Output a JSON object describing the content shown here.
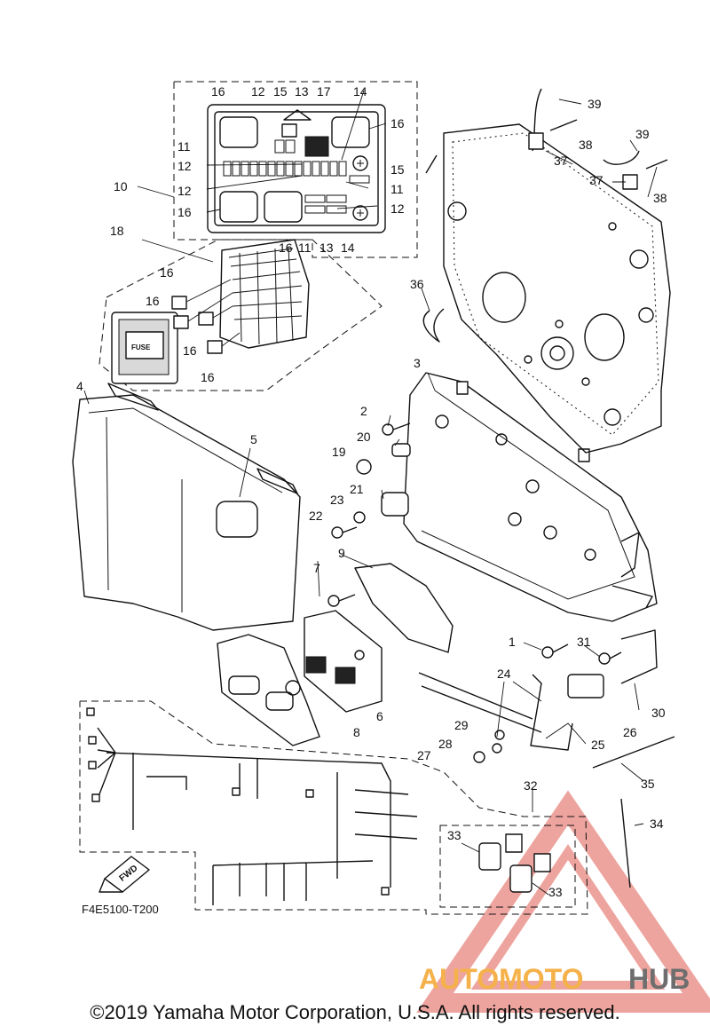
{
  "drawing_code": "F4E5100-T200",
  "copyright": "©2019 Yamaha Motor Corporation, U.S.A. All rights reserved.",
  "watermark": {
    "brand_a": "AUTOMOTO",
    "brand_b": "HUB",
    "color_a": "#f5b14a",
    "color_b": "#6e6e6e",
    "triangle_color": "#e05a4f"
  },
  "fwd_label": "FWD",
  "fuse_label": "FUSE",
  "callouts": {
    "c1": "1",
    "c2": "2",
    "c3": "3",
    "c4": "4",
    "c5": "5",
    "c6": "6",
    "c7": "7",
    "c8": "8",
    "c9": "9",
    "c10": "10",
    "c11a": "11",
    "c11b": "11",
    "c11c": "11",
    "c12a": "12",
    "c12b": "12",
    "c12c": "12",
    "c12d": "12",
    "c13a": "13",
    "c13b": "13",
    "c14a": "14",
    "c14b": "14",
    "c15a": "15",
    "c15b": "15",
    "c16a": "16",
    "c16b": "16",
    "c16c": "16",
    "c16d": "16",
    "c16e": "16",
    "c16f": "16",
    "c16g": "16",
    "c16h": "16",
    "c17": "17",
    "c18": "18",
    "c19": "19",
    "c20": "20",
    "c21": "21",
    "c22": "22",
    "c23": "23",
    "c24": "24",
    "c25": "25",
    "c26": "26",
    "c27": "27",
    "c28": "28",
    "c29": "29",
    "c30": "30",
    "c31": "31",
    "c32": "32",
    "c33a": "33",
    "c33b": "33",
    "c34": "34",
    "c35": "35",
    "c36": "36",
    "c37a": "37",
    "c37b": "37",
    "c38a": "38",
    "c38b": "38",
    "c39a": "39",
    "c39b": "39"
  }
}
